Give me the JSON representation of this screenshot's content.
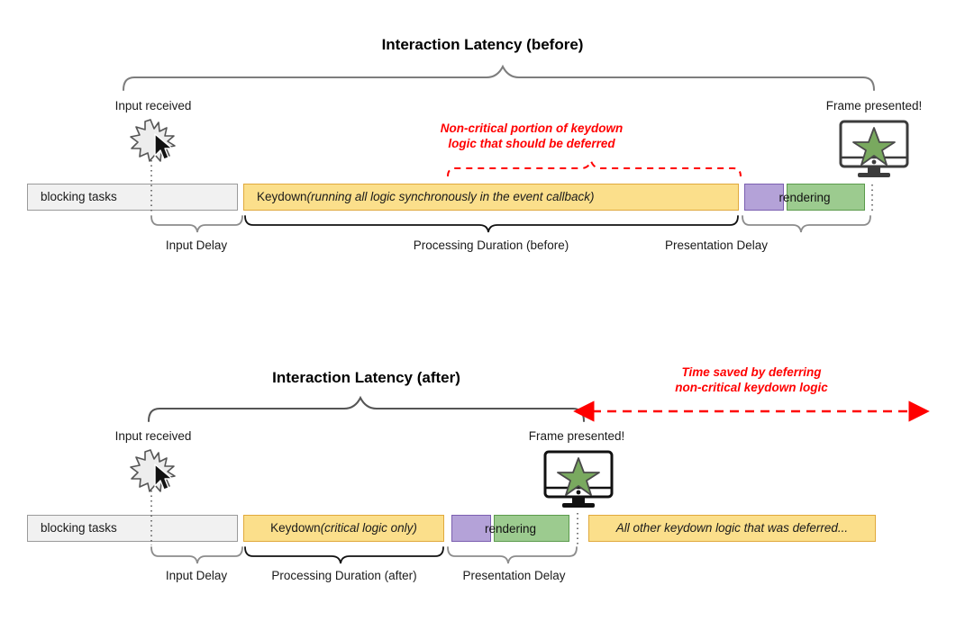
{
  "page": {
    "background": "#ffffff",
    "accent_red": "#ff0000",
    "yellow_fill": "#fbdf8b",
    "yellow_stroke": "#e0a93c",
    "purple_fill": "#b4a2d8",
    "purple_stroke": "#7b5fb0",
    "green_fill": "#9ccb8f",
    "green_stroke": "#5b9b4c",
    "gray_fill": "#f1f1f1",
    "gray_stroke": "#9a9a9a"
  },
  "before": {
    "title": "Interaction Latency (before)",
    "input_label": "Input received",
    "frame_label": "Frame presented!",
    "red_note_line1": "Non-critical portion of keydown",
    "red_note_line2": "logic that should be deferred",
    "bars": {
      "blocking": "blocking tasks",
      "keydown_prefix": "Keydown ",
      "keydown_italic": "(running all logic synchronously in the event callback)",
      "rendering": "rendering"
    },
    "braces": {
      "input_delay": "Input Delay",
      "processing": "Processing Duration (before)",
      "presentation": "Presentation Delay"
    }
  },
  "after": {
    "title": "Interaction Latency (after)",
    "input_label": "Input received",
    "frame_label": "Frame presented!",
    "red_note_line1": "Time saved by deferring",
    "red_note_line2": "non-critical keydown logic",
    "bars": {
      "blocking": "blocking tasks",
      "keydown_prefix": "Keydown ",
      "keydown_italic": "(critical logic only)",
      "rendering": "rendering",
      "deferred": "All other keydown logic that was deferred..."
    },
    "braces": {
      "input_delay": "Input Delay",
      "processing": "Processing Duration (after)",
      "presentation": "Presentation Delay"
    }
  },
  "icons": {
    "burst": "input-burst-icon",
    "cursor": "mouse-cursor-icon",
    "monitor": "monitor-icon",
    "star": "star-icon"
  }
}
